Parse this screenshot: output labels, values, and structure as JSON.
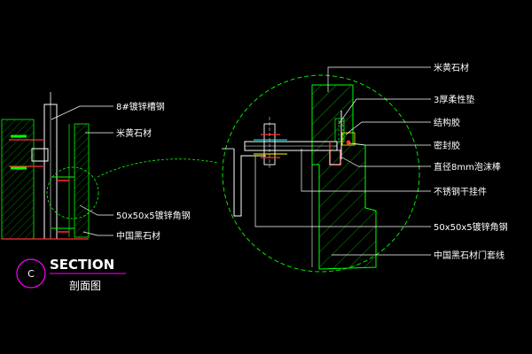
{
  "title_block": {
    "marker": "C",
    "title": "SECTION",
    "subtitle": "剖面图"
  },
  "labels_left": {
    "top_channel_steel": "8#镀锌槽钢",
    "stone_beige": "米黄石材",
    "angle_steel": "50x50x5镀锌角钢",
    "stone_black": "中国黑石材"
  },
  "labels_right": {
    "stone_beige": "米黄石材",
    "pad": "3厚柔性垫",
    "structural_glue": "结构胶",
    "sealant": "密封胶",
    "foam_rod": "直径8mm泡沫棒",
    "hanger": "不锈钢干挂件",
    "angle_steel": "50x50x5镀锌角钢",
    "door_frame": "中国黑石材门套线"
  },
  "colors": {
    "background": "#000000",
    "line_green": "#00ff00",
    "line_white": "#ffffff",
    "line_cyan": "#00ffff",
    "red": "#ff3030",
    "magenta": "#ff00ff",
    "yellow": "#ffff00"
  }
}
